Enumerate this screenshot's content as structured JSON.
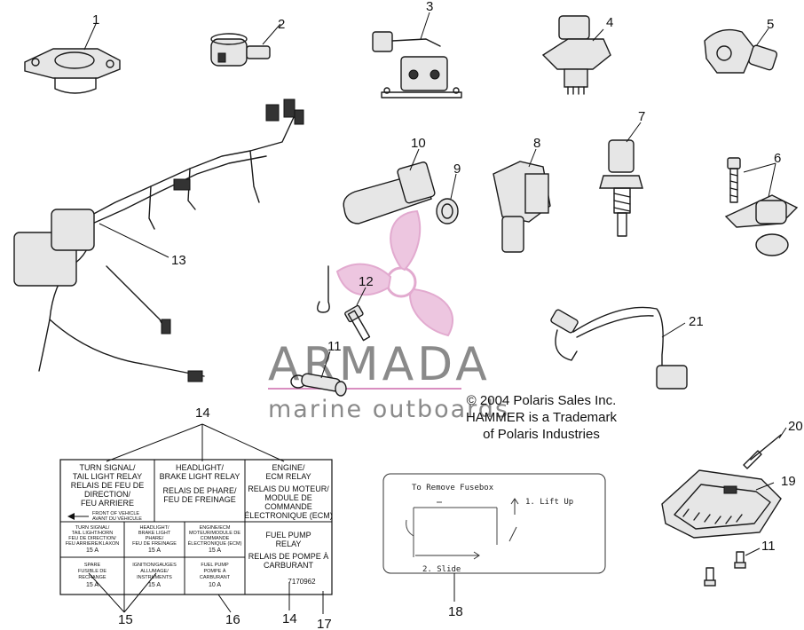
{
  "callouts": {
    "c1": "1",
    "c2": "2",
    "c3": "3",
    "c4": "4",
    "c5": "5",
    "c6": "6",
    "c7": "7",
    "c8": "8",
    "c9": "9",
    "c10": "10",
    "c11a": "11",
    "c11b": "11",
    "c12": "12",
    "c13": "13",
    "c14a": "14",
    "c14b": "14",
    "c15": "15",
    "c16": "16",
    "c17": "17",
    "c18": "18",
    "c19": "19",
    "c20": "20",
    "c21": "21"
  },
  "copyright": {
    "line1": "© 2004 Polaris Sales Inc.",
    "line2": "HAMMER is a Trademark",
    "line3": "of Polaris Industries"
  },
  "watermark": {
    "brand": "ARMADA",
    "tagline": "marine outboards",
    "color": "#d98ec0",
    "text_color": "#8a8a8a"
  },
  "relay_decal": {
    "turn_signal": [
      "TURN SIGNAL/",
      "TAIL LIGHT RELAY",
      "RELAIS DE FEU DE",
      "DIRECTION/",
      "FEU ARRIERE"
    ],
    "headlight": [
      "HEADLIGHT/",
      "BRAKE LIGHT RELAY",
      "RELAIS DE PHARE/",
      "FEU DE FREINAGE"
    ],
    "engine": [
      "ENGINE/",
      "ECM RELAY",
      "RELAIS DU MOTEUR/",
      "MODULE DE",
      "COMMANDE",
      "ÉLECTRONIQUE (ECM)"
    ],
    "front_note": [
      "FRONT OF VEHICLE",
      "AVANT DU VÉHICULE"
    ],
    "fuse_turn": [
      "TURN SIGNAL/",
      "TAIL LIGHT/HORN",
      "FEU DE DIRECTION/",
      "FEU ARRIERE/KLAXON",
      "15 A"
    ],
    "fuse_headlight": [
      "HEADLIGHT/",
      "BRAKE LIGHT",
      "PHARE/",
      "FEU DE FREINAGE",
      "15 A"
    ],
    "fuse_engine": [
      "ENGINE/ECM",
      "MOTEUR/MODULE DE",
      "COMMANDE",
      "ÉLECTRONIQUE (ECM)",
      "15 A"
    ],
    "fuse_spare": [
      "SPARE",
      "FUSIBLE DE",
      "RECHANGE",
      "15 A"
    ],
    "fuse_ignition": [
      "IGNITION/GAUGES",
      "ALLUMAGE/",
      "INSTRUMENTS",
      "15 A"
    ],
    "fuse_fuel": [
      "FUEL PUMP",
      "POMPE À",
      "CARBURANT",
      "10 A"
    ],
    "fuel_pump": [
      "FUEL PUMP",
      "RELAY",
      "RELAIS DE POMPE À",
      "CARBURANT"
    ],
    "part_number": "7170962"
  },
  "fusebox_decal": {
    "title": "To Remove Fusebox",
    "step1": "1. Lift Up",
    "step2": "2. Slide"
  }
}
